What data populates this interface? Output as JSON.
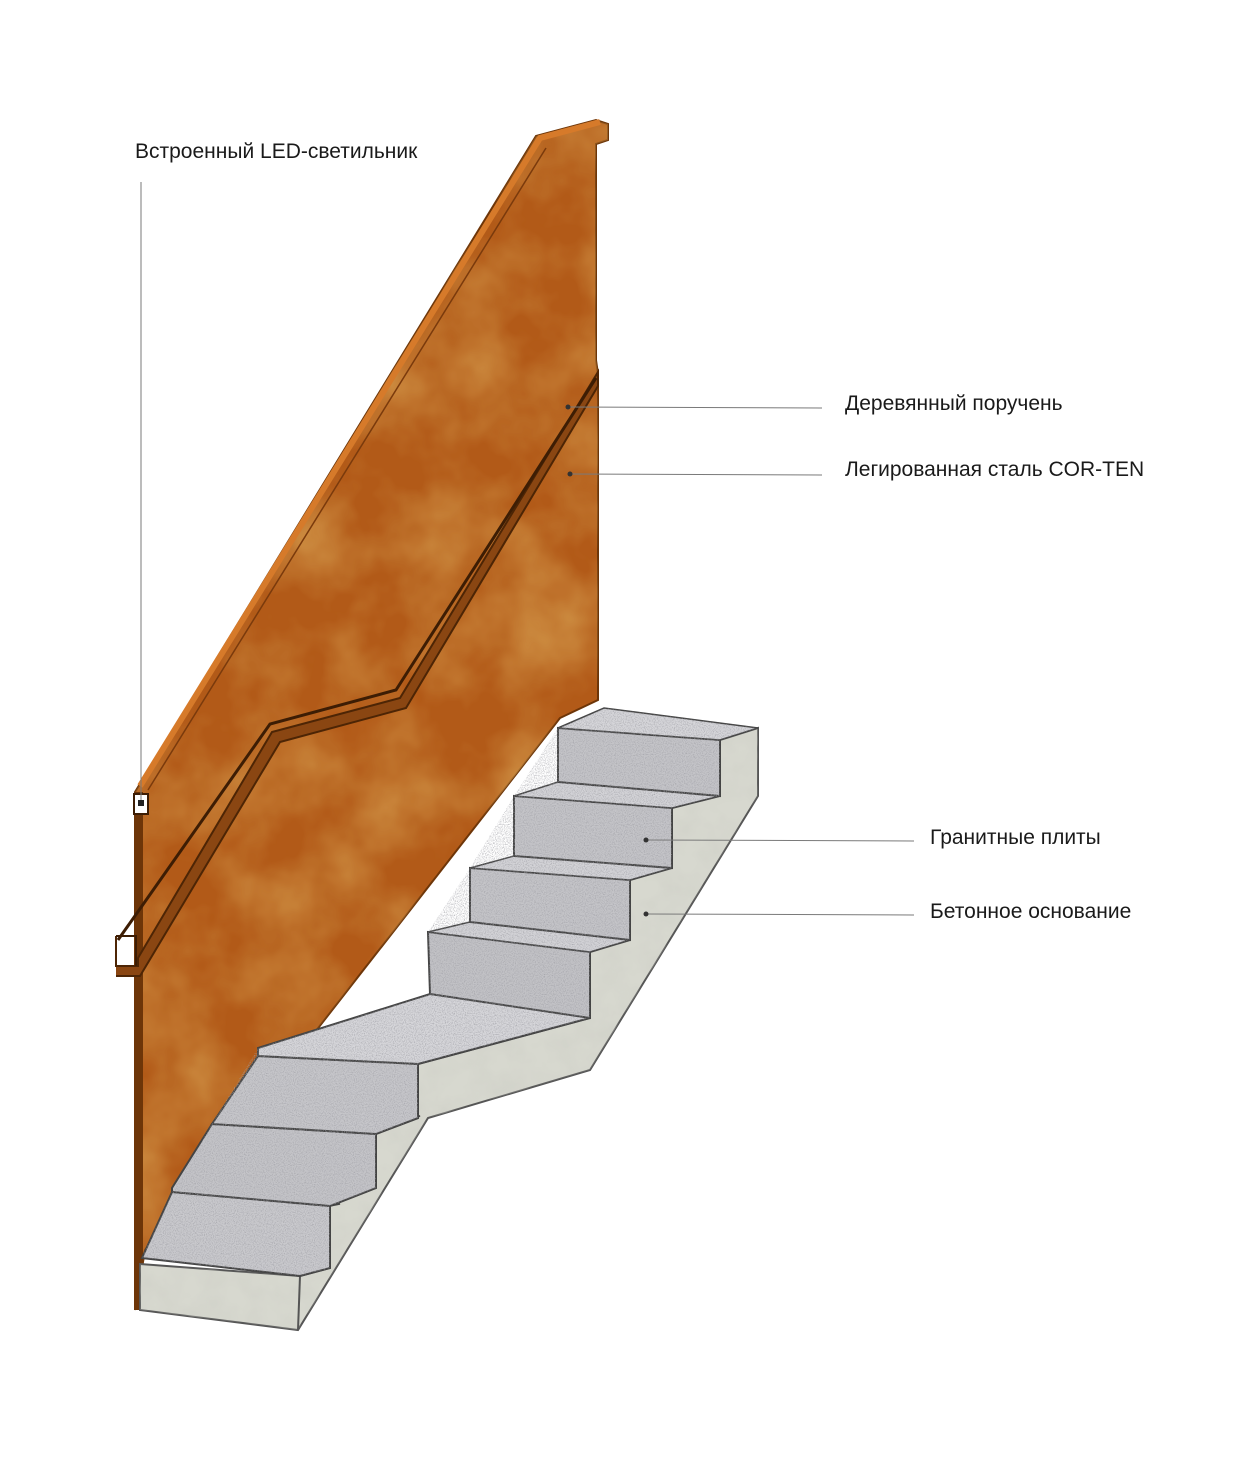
{
  "labels": {
    "led": "Встроенный LED-светильник",
    "handrail": "Деревянный поручень",
    "steel": "Легированная сталь COR-TEN",
    "granite": "Гранитные плиты",
    "concrete": "Бетонное основание"
  },
  "colors": {
    "corten": "#b25a18",
    "corten_dark": "#7a3a0c",
    "granite": "#c9c9cd",
    "granite_dark": "#8e8e93",
    "concrete": "#d7d8cf",
    "leader": "#7a7a7a"
  }
}
